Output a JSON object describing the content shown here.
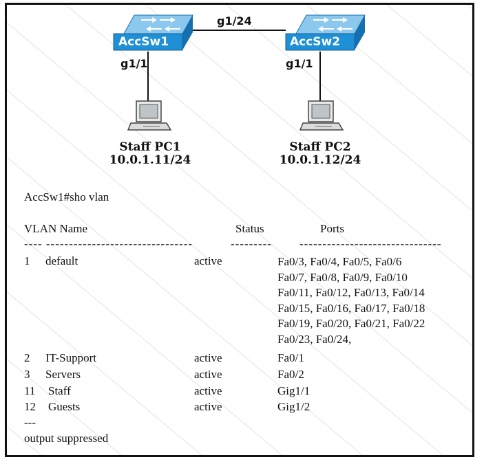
{
  "topology": {
    "switches": [
      {
        "name": "AccSw1",
        "uplink_port": "g1/1"
      },
      {
        "name": "AccSw2",
        "uplink_port": "g1/1"
      }
    ],
    "trunk_link_label": "g1/24",
    "pcs": [
      {
        "name": "Staff PC1",
        "ip": "10.0.1.11/24"
      },
      {
        "name": "Staff PC2",
        "ip": "10.0.1.12/24"
      }
    ],
    "colors": {
      "switch_face": "#1f8fd6",
      "switch_top": "#8cc8ee",
      "switch_side": "#1670b0",
      "border": "#111111"
    }
  },
  "cli": {
    "command": "AccSw1#sho vlan",
    "headers": {
      "vlan_name": "VLAN Name",
      "status": "Status",
      "ports": "Ports"
    },
    "separator_left": "---- --------------------------------",
    "separator_mid": "---------",
    "separator_right": "-------------------------------",
    "vlans": [
      {
        "id": "1",
        "name": "default",
        "status": "active",
        "ports": [
          "Fa0/3, Fa0/4, Fa0/5, Fa0/6",
          "Fa0/7, Fa0/8, Fa0/9, Fa0/10",
          "Fa0/11, Fa0/12, Fa0/13, Fa0/14",
          "Fa0/15, Fa0/16, Fa0/17, Fa0/18",
          "Fa0/19, Fa0/20, Fa0/21, Fa0/22",
          "Fa0/23, Fa0/24,"
        ]
      },
      {
        "id": "2",
        "name": "IT-Support",
        "status": "active",
        "ports": [
          "Fa0/1"
        ]
      },
      {
        "id": "3",
        "name": "Servers",
        "status": "active",
        "ports": [
          "Fa0/2"
        ]
      },
      {
        "id": "11",
        "name": "Staff",
        "status": "active",
        "ports": [
          "Gig1/1"
        ]
      },
      {
        "id": "12",
        "name": "Guests",
        "status": "active",
        "ports": [
          "Gig1/2"
        ]
      }
    ],
    "ellipsis": "---",
    "footer": "output suppressed"
  }
}
